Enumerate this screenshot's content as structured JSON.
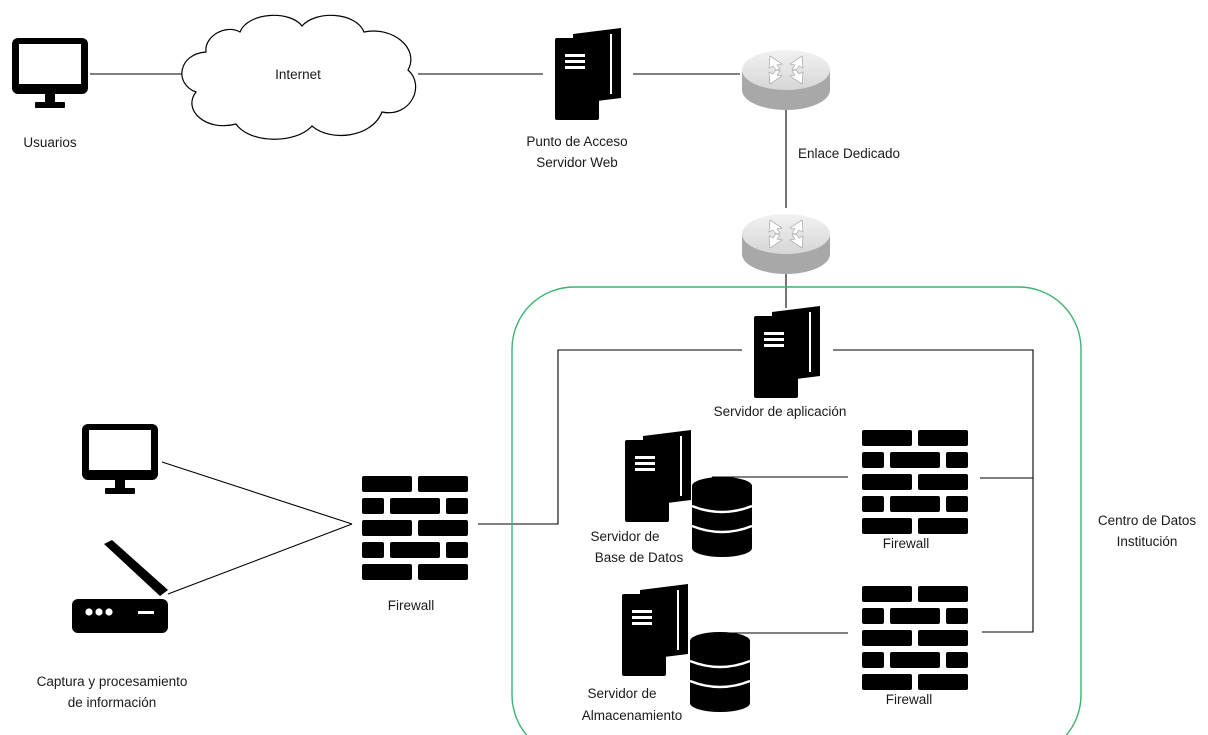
{
  "labels": {
    "usuarios": "Usuarios",
    "internet": "Internet",
    "punto_acceso_1": "Punto de Acceso",
    "punto_acceso_2": "Servidor Web",
    "enlace": "Enlace Dedicado",
    "servidor_aplicacion": "Servidor de aplicación",
    "servidor_bd_1": "Servidor de",
    "servidor_bd_2": "Base de Datos",
    "servidor_alm_1": "Servidor de",
    "servidor_alm_2": "Almacenamiento",
    "firewall_left": "Firewall",
    "firewall_top": "Firewall",
    "firewall_bottom": "Firewall",
    "centro_1": "Centro de Datos",
    "centro_2": "Institución",
    "captura_1": "Captura y procesamiento",
    "captura_2": "de información"
  },
  "colors": {
    "boundary": "#3cb371",
    "icon": "#000000",
    "router_light": "#e6e6e6",
    "router_dark": "#a8a8a8"
  },
  "icons": [
    "monitor-icon",
    "cloud-icon",
    "server-icon",
    "router-icon",
    "database-icon",
    "firewall-icon",
    "scanner-icon"
  ]
}
